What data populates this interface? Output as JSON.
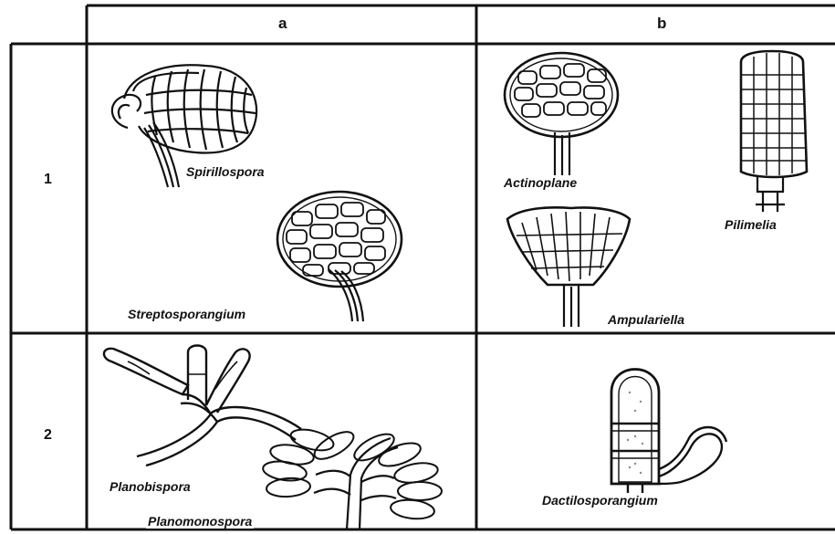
{
  "columns": [
    "a",
    "b"
  ],
  "rows": [
    "1",
    "2"
  ],
  "cells": {
    "r1a": [
      "Spirillospora",
      "Streptosporangium"
    ],
    "r1b": [
      "Actinoplane",
      "Pilimelia",
      "Ampulariella"
    ],
    "r2a": [
      "Planobispora",
      "Planomonospora"
    ],
    "r2b": [
      "Dactilosporangium"
    ]
  }
}
